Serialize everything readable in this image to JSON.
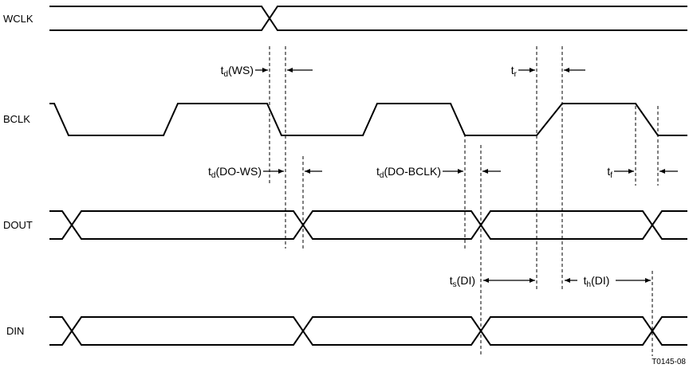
{
  "figure": {
    "code": "T0145-08",
    "background": "#ffffff",
    "line_color": "#000000"
  },
  "signals": [
    {
      "id": "wclk",
      "label": "WCLK",
      "type": "data-bus",
      "transitions": 1
    },
    {
      "id": "bclk",
      "label": "BCLK",
      "type": "clock",
      "edges": "fall,rise,fall,rise,fall,rise,fall"
    },
    {
      "id": "dout",
      "label": "DOUT",
      "type": "data-bus",
      "transitions": 4
    },
    {
      "id": "din",
      "label": "DIN",
      "type": "data-bus",
      "transitions": 4
    }
  ],
  "timing_parameters": [
    {
      "id": "td_ws",
      "base": "t",
      "sub": "d",
      "args": "(WS)",
      "meaning": "WCLK edge to BCLK falling edge"
    },
    {
      "id": "tr",
      "base": "t",
      "sub": "r",
      "args": "",
      "meaning": "BCLK rise time"
    },
    {
      "id": "td_do_ws",
      "base": "t",
      "sub": "d",
      "args": "(DO-WS)",
      "meaning": "DOUT delay from WS"
    },
    {
      "id": "td_do_bclk",
      "base": "t",
      "sub": "d",
      "args": "(DO-BCLK)",
      "meaning": "DOUT delay from BCLK falling edge"
    },
    {
      "id": "tf",
      "base": "t",
      "sub": "f",
      "args": "",
      "meaning": "BCLK fall time"
    },
    {
      "id": "ts_di",
      "base": "t",
      "sub": "s",
      "args": "(DI)",
      "meaning": "DIN setup time before BCLK rising edge"
    },
    {
      "id": "th_di",
      "base": "t",
      "sub": "h",
      "args": "(DI)",
      "meaning": "DIN hold time after BCLK rising edge"
    }
  ]
}
